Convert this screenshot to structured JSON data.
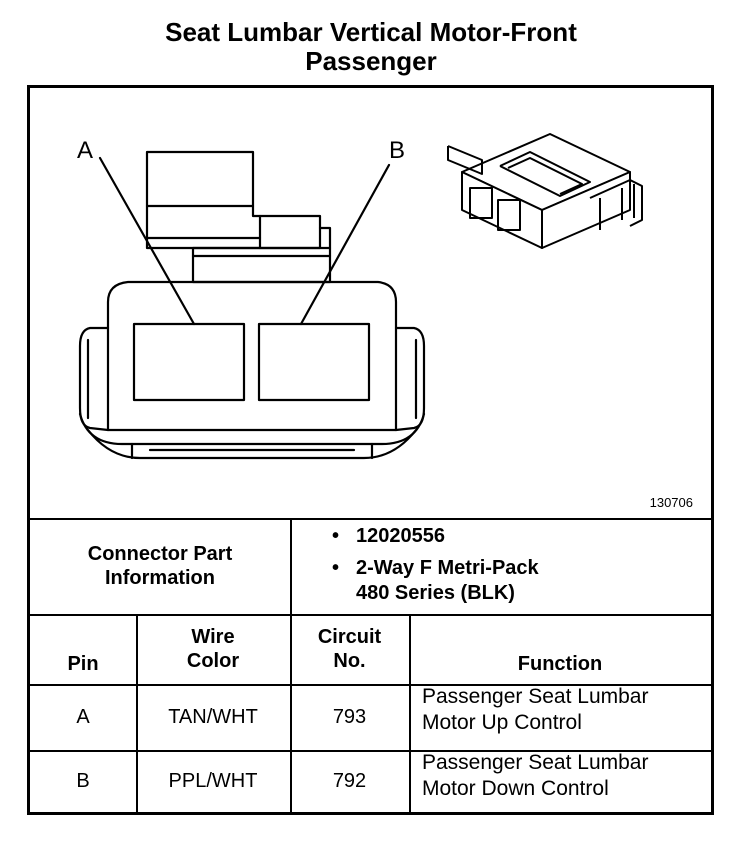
{
  "title": {
    "line1": "Seat Lumbar Vertical Motor-Front",
    "line2": "Passenger"
  },
  "figure": {
    "id": "130706",
    "pin_labels": [
      "A",
      "B"
    ]
  },
  "connector_info": {
    "label_line1": "Connector Part",
    "label_line2": "Information",
    "part_number": "12020556",
    "description_line1": "2-Way F Metri-Pack",
    "description_line2": "480 Series (BLK)"
  },
  "table": {
    "headers": {
      "pin": "Pin",
      "wire_color_1": "Wire",
      "wire_color_2": "Color",
      "circuit_1": "Circuit",
      "circuit_2": "No.",
      "function": "Function"
    },
    "rows": [
      {
        "pin": "A",
        "wire_color": "TAN/WHT",
        "circuit": "793",
        "function_1": "Passenger Seat Lumbar",
        "function_2": "Motor Up Control"
      },
      {
        "pin": "B",
        "wire_color": "PPL/WHT",
        "circuit": "792",
        "function_1": "Passenger Seat Lumbar",
        "function_2": "Motor Down Control"
      }
    ]
  }
}
